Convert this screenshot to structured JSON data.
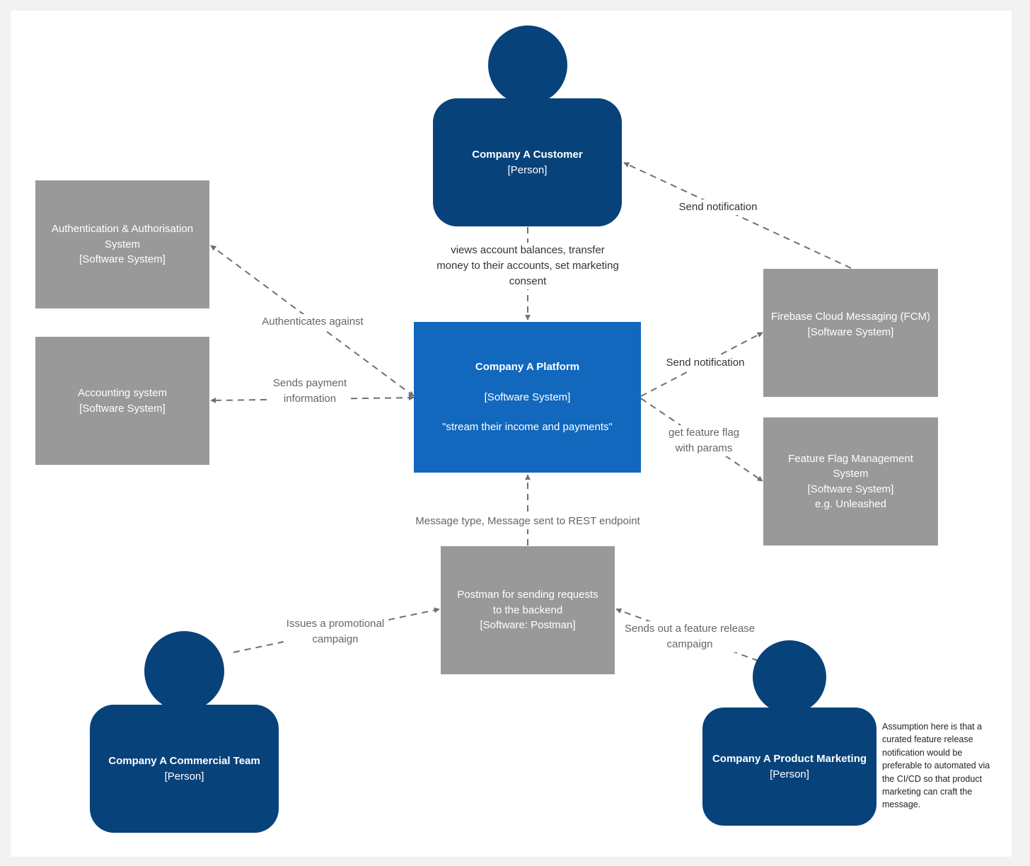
{
  "nodes": {
    "customer": {
      "title": "Company A Customer",
      "type": "[Person]"
    },
    "auth": {
      "l1": "Authentication & Authorisation",
      "l2": "System",
      "type": "[Software System]"
    },
    "accounting": {
      "l1": "Accounting system",
      "type": "[Software System]"
    },
    "platform": {
      "title": "Company A Platform",
      "type": "[Software System]",
      "desc": "\"stream their income and payments\""
    },
    "fcm": {
      "l1": "Firebase Cloud Messaging (FCM)",
      "type": "[Software System]"
    },
    "featureflag": {
      "l1": "Feature Flag Management",
      "l2": "System",
      "type": "[Software System]",
      "l3": "e.g. Unleashed"
    },
    "postman": {
      "l1": "Postman for sending requests",
      "l2": "to the  backend",
      "type": "[Software: Postman]"
    },
    "commercial": {
      "title": "Company A Commercial Team",
      "type": "[Person]"
    },
    "marketing": {
      "title": "Company A Product Marketing",
      "type": "[Person]"
    }
  },
  "edges": {
    "customer_platform": [
      "views account balances, transfer",
      "money to their accounts, set marketing",
      "consent"
    ],
    "fcm_customer": [
      "Send notification"
    ],
    "platform_auth": [
      "Authenticates against"
    ],
    "platform_accounting": [
      "Sends  payment",
      "information"
    ],
    "platform_fcm": [
      "Send notification"
    ],
    "platform_featureflag": [
      "get feature flag",
      "with params"
    ],
    "postman_platform": [
      "Message type, Message sent to REST endpoint"
    ],
    "commercial_postman": [
      "Issues a promotional",
      "campaign"
    ],
    "marketing_postman": [
      "Sends out a feature release",
      "campaign"
    ]
  },
  "note": "Assumption here is that a curated feature release notification would be preferable to automated via the CI/CD so that product marketing can craft the message.",
  "colors": {
    "person": "#08427b",
    "platform": "#1168bd",
    "external_system": "#999999",
    "edge": "#707070"
  }
}
